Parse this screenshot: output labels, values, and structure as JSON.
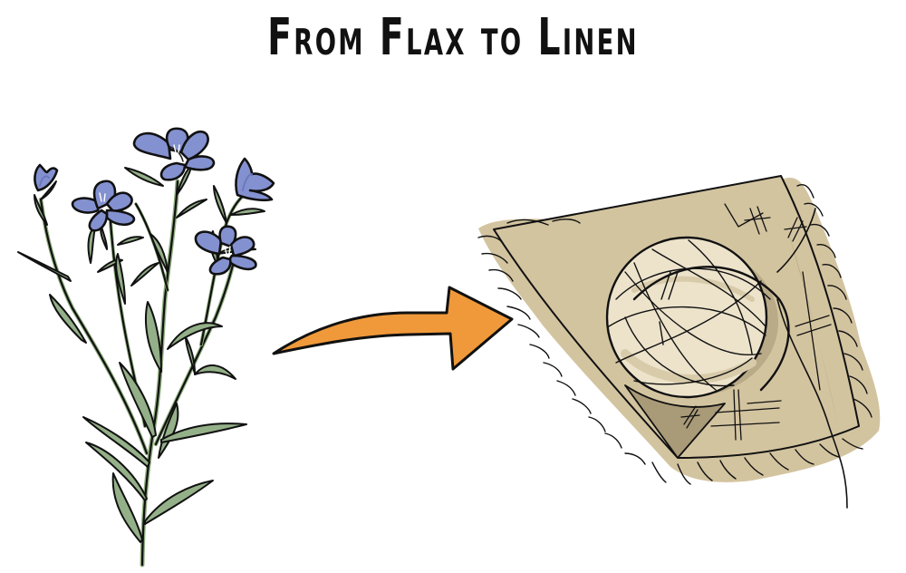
{
  "title": "From Flax to Linen",
  "illustration": {
    "left": {
      "subject": "flax plant",
      "flower_count": 6,
      "flower_color": "#8491D0",
      "flower_shade": "#6C78BA",
      "stem_color": "#8FAE7E",
      "leaf_color": "#94B088",
      "outline_color": "#111111"
    },
    "arrow": {
      "direction": "right",
      "color": "#F0993A",
      "outline_color": "#111111"
    },
    "right": {
      "subject": "linen cloth with ball of linen thread",
      "cloth_color": "#D3C4A0",
      "cloth_shadow": "#A99A78",
      "fringe_color": "#CDBD98",
      "ball_color": "#EDE3CB",
      "ball_shade": "#D8CBAA",
      "outline_color": "#111111"
    }
  },
  "colors": {
    "background": "#FFFFFF",
    "title_text": "#111111"
  }
}
